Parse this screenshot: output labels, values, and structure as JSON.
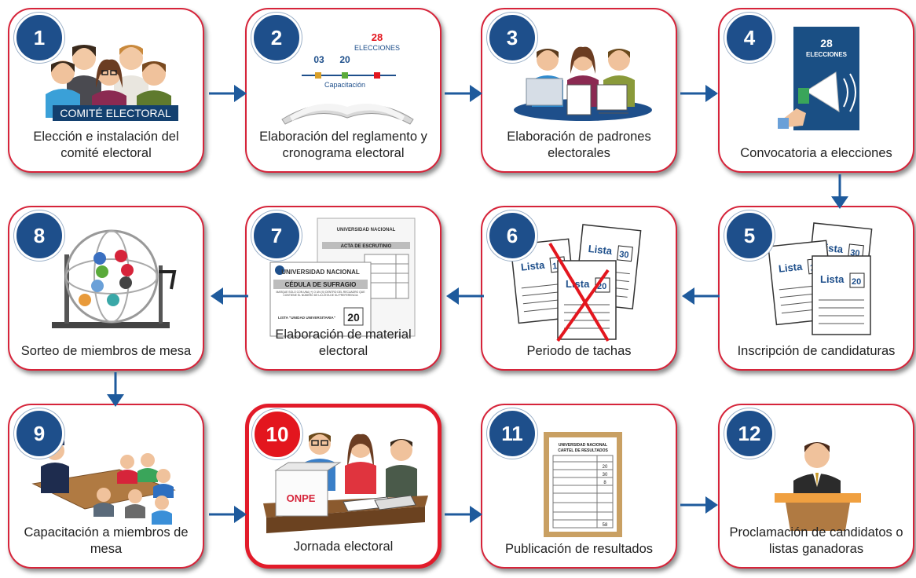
{
  "steps": [
    {
      "num": "1",
      "label": "Elección e instalación del comité electoral",
      "banner": "COMITÉ ELECTORAL"
    },
    {
      "num": "2",
      "label": "Elaboración del reglamento y cronograma electoral",
      "timeline": {
        "d1": "03",
        "d2": "20",
        "d3": "28",
        "top": "ELECCIONES",
        "mid": "Capacitación"
      }
    },
    {
      "num": "3",
      "label": "Elaboración de padrones electorales"
    },
    {
      "num": "4",
      "label": "Convocatoria a elecciones",
      "poster": {
        "num": "28",
        "text": "ELECCIONES"
      }
    },
    {
      "num": "5",
      "label": "Inscripción de candidaturas",
      "lists": [
        "Lista",
        "10",
        "Lista",
        "30",
        "Lista",
        "20"
      ]
    },
    {
      "num": "6",
      "label": "Periodo de tachas",
      "lists": [
        "Lista",
        "10",
        "Lista",
        "30",
        "Lista",
        "20"
      ]
    },
    {
      "num": "7",
      "label": "Elaboración de material electoral",
      "ballot": {
        "uni": "UNIVERSIDAD NACIONAL",
        "title": "CÉDULA DE SUFRAGIO",
        "instr": "MARQUE SÓLO CON UNA (+) O UN (X) DENTRO DEL RECUADRO QUE CONTIENE EL NÚMERO DE LA LISTA DE SU PREFERENCIA",
        "option": "LISTA \"UNIDAD UNIVERSITARIA\"",
        "number": "20",
        "acta_uni": "UNIVERSIDAD NACIONAL",
        "acta_title": "ACTA DE ESCRUTINIO"
      }
    },
    {
      "num": "8",
      "label": "Sorteo de miembros de mesa"
    },
    {
      "num": "9",
      "label": "Capacitación a miembros de mesa"
    },
    {
      "num": "10",
      "label": "Jornada electoral",
      "box": "ONPE"
    },
    {
      "num": "11",
      "label": "Publicación de resultados",
      "board": {
        "uni": "UNIVERSIDAD NACIONAL",
        "title": "CARTEL DE RESULTADOS",
        "values": [
          "20",
          "30",
          "8",
          "58"
        ]
      }
    },
    {
      "num": "12",
      "label": "Proclamación de candidatos o listas ganadoras"
    }
  ],
  "colors": {
    "border": "#d6243a",
    "badge": "#1e4f8b",
    "badge_highlight": "#e3161e",
    "arrow": "#1e5a9c"
  }
}
